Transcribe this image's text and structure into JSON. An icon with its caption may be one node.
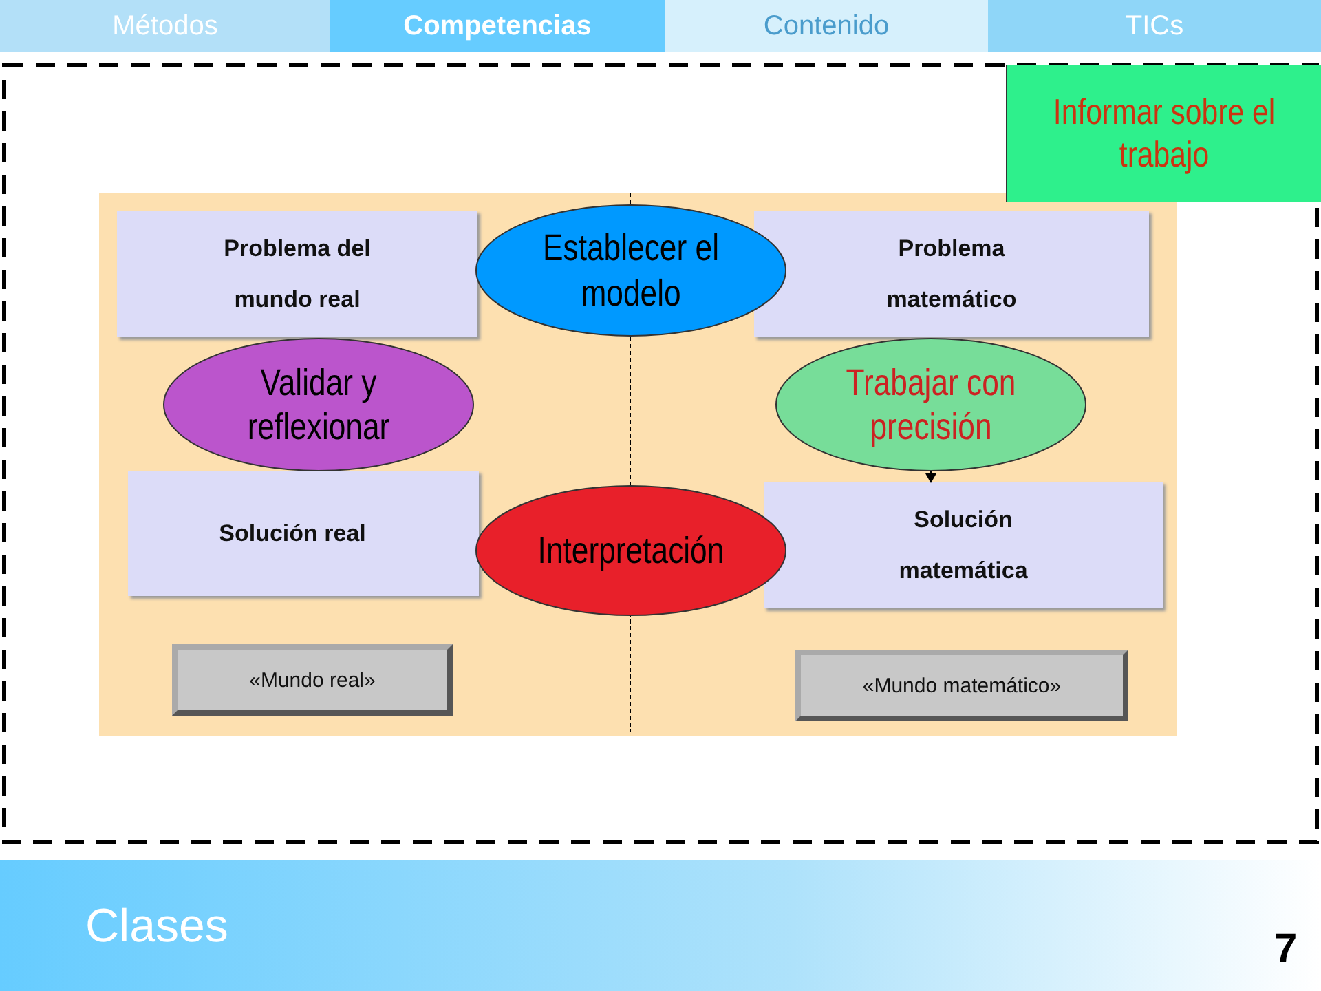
{
  "diagram": {
    "nodes": [
      {
        "text": [],
        "shape": "box"
      },
      {
        "text": [
          "Problema del mundo real"
        ],
        "in": 0
      },
      {
        "text": [
          "Establecer el modelo"
        ],
        "in": 0
      },
      {
        "text": [
          "Problema matemático"
        ],
        "in": 0
      },
      {
        "text": [
          "Validar y reflexionar"
        ],
        "in": 0
      },
      {
        "text": [
          "Trabajar con precisión"
        ],
        "in": 0
      },
      {
        "text": [
          "Solución real"
        ],
        "in": 0
      },
      {
        "text": [
          "Interpretación"
        ],
        "in": 0
      },
      {
        "text": [
          "Solución matemática"
        ],
        "in": 0
      },
      {
        "text": [
          "«Mundo real»"
        ],
        "in": 0
      },
      {
        "text": [
          "«Mundo matemático»"
        ],
        "in": 0
      },
      {
        "text": [
          "Informar sobre el trabajo"
        ]
      }
    ],
    "edges": [
      {
        "from": 5,
        "to": 8,
        "arrow": "to"
      }
    ],
    "labels": [
      "Métodos",
      "Competencias",
      "Contenido",
      "TICs",
      "Clases",
      "7"
    ]
  }
}
